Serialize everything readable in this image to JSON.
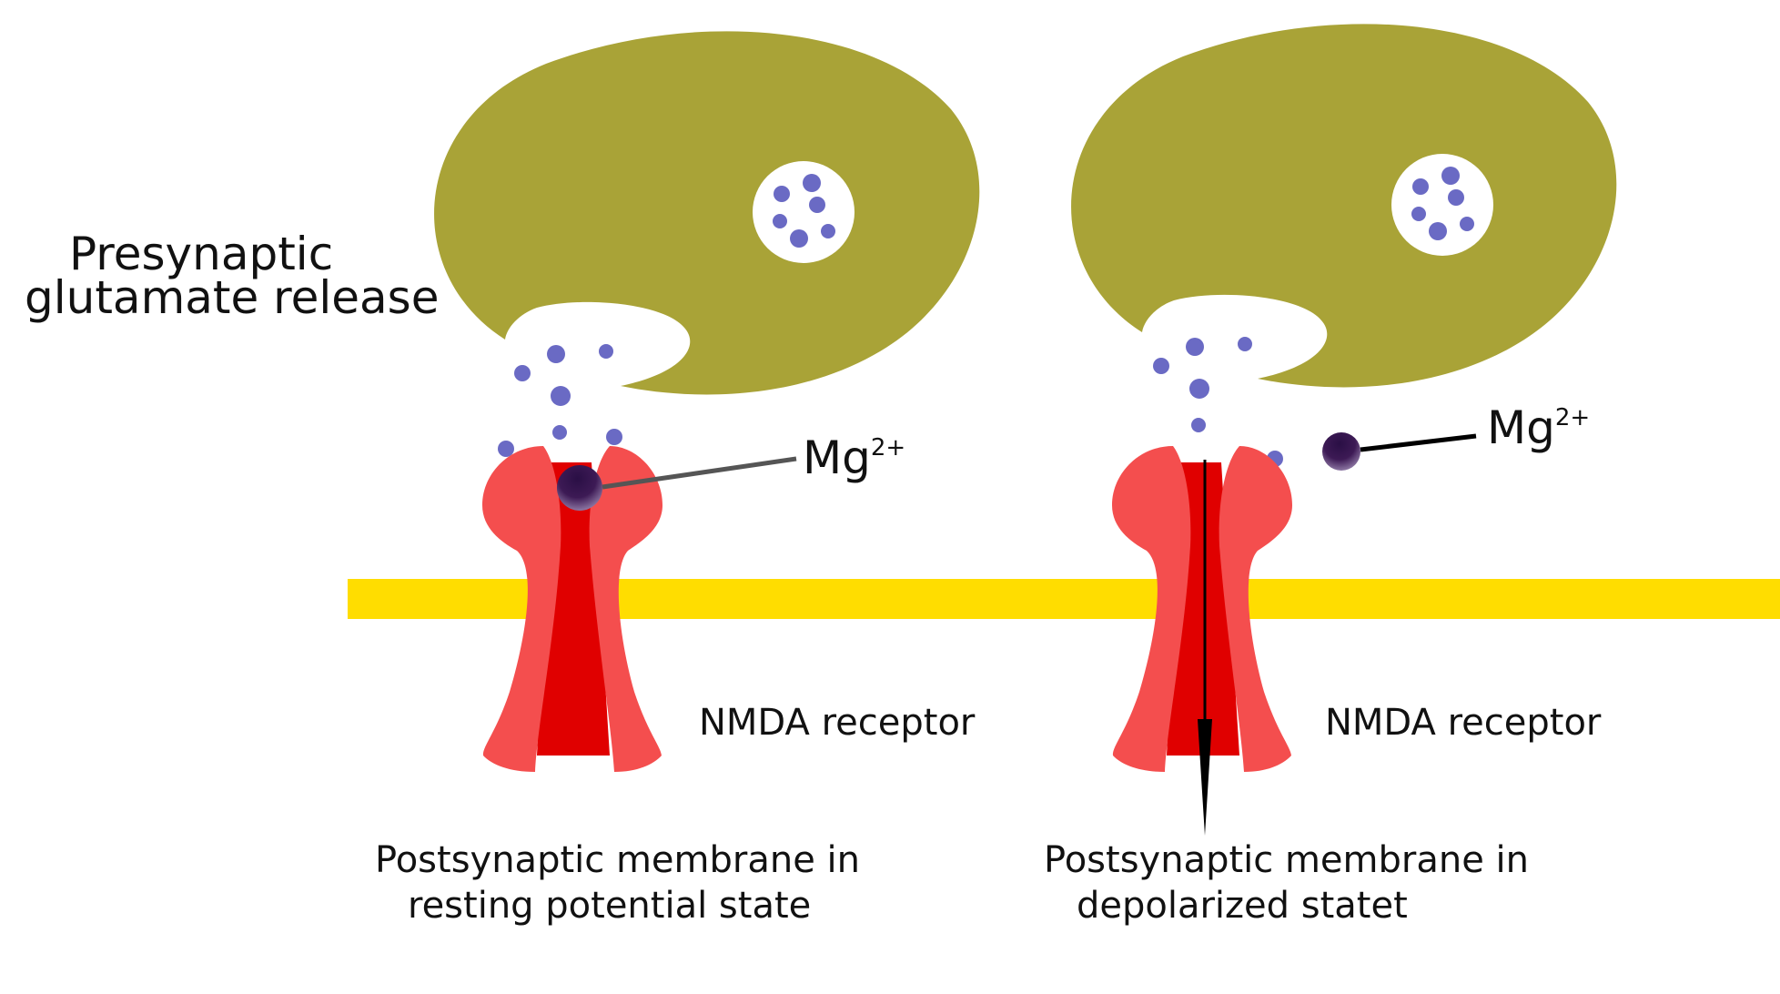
{
  "title": {
    "line1": "Presynaptic",
    "line2": "glutamate release"
  },
  "mg_ion": {
    "base": "Mg",
    "charge": "2+"
  },
  "panels": [
    {
      "receptor_label": "NMDA receptor",
      "caption_line1": "Postsynaptic membrane in",
      "caption_line2": "resting potential state",
      "state": "blocked"
    },
    {
      "receptor_label": "NMDA receptor",
      "caption_line1": "Postsynaptic membrane in",
      "caption_line2": "depolarized statet",
      "state": "open"
    }
  ],
  "colors": {
    "presynaptic_terminal": "#A9A337",
    "glutamate": "#6A6AC4",
    "vesicle": "#FFFFFF",
    "membrane": "#FFDD00",
    "receptor_subunit": "#F44E4E",
    "receptor_channel": "#E00000",
    "mg_ion": "#3D1A55",
    "pointer_blocked": "#555555",
    "pointer_open": "#000000"
  }
}
